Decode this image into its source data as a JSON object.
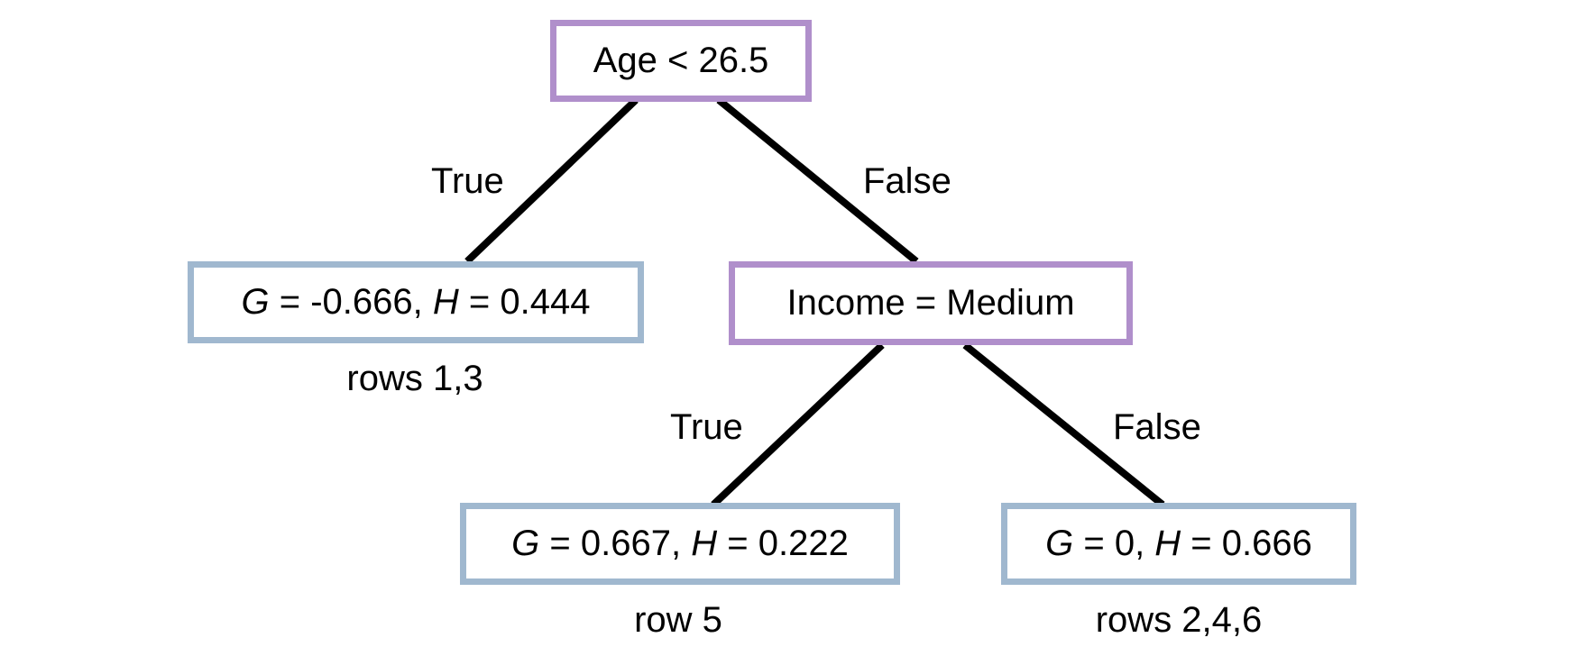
{
  "tree": {
    "root": {
      "text": "Age < 26.5"
    },
    "split2": {
      "text": "Income = Medium"
    },
    "leaf1": {
      "g_label": "G",
      "g_value": "-0.666",
      "h_label": "H",
      "h_value": "0.444",
      "rows": "rows 1,3"
    },
    "leaf2": {
      "g_label": "G",
      "g_value": "0.667",
      "h_label": "H",
      "h_value": "0.222",
      "rows": "row 5"
    },
    "leaf3": {
      "g_label": "G",
      "g_value": "0",
      "h_label": "H",
      "h_value": "0.666",
      "rows": "rows 2,4,6"
    },
    "edge_labels": {
      "root_true": "True",
      "root_false": "False",
      "split2_true": "True",
      "split2_false": "False"
    },
    "colors": {
      "split_border": "#b08fcb",
      "leaf_border": "#a0b8cf",
      "edge": "#000000"
    }
  }
}
